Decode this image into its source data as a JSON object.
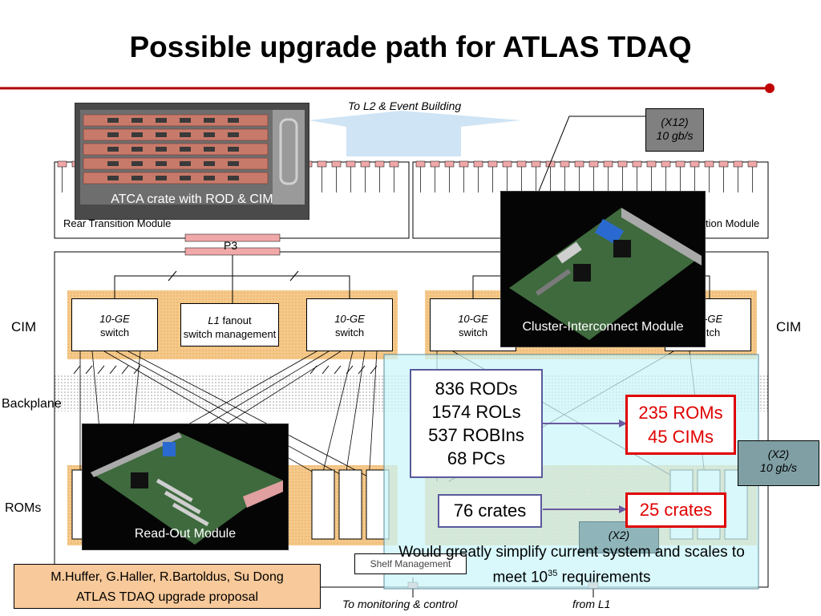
{
  "title": "Possible upgrade path for ATLAS TDAQ",
  "colors": {
    "accent": "#c00000",
    "orange": "#f5c98a",
    "overlay": "#c9f5fa",
    "gray": "#808080",
    "box_border_blue": "#5a5a9c",
    "box_border_red": "#e00000",
    "authors_bg": "#f8c99a"
  },
  "top_label": "To L2 & Event Building",
  "from_l1": "from L1",
  "to_monitoring": "To monitoring & control",
  "rtm_left": "Rear Transition Module",
  "rtm_right": "tion Module",
  "p3": "P3",
  "cim_left": "CIM",
  "cim_right": "CIM",
  "backplane": "Backplane",
  "roms": "ROMs",
  "x12": {
    "line1": "(X12)",
    "line2": "10 gb/s"
  },
  "x2": {
    "line1": "(X2)",
    "line2": "10 gb/s"
  },
  "x2_low": "(X2)",
  "switch_left": {
    "top": "10-GE",
    "bottom": "switch"
  },
  "fanout": {
    "top_italic": "L1",
    "top_rest": " fanout",
    "bottom": "switch management"
  },
  "switch_mid": {
    "top": "10-GE",
    "bottom": "switch"
  },
  "switch_right1": {
    "top": "10-GE",
    "bottom": "switch"
  },
  "switch_right2": {
    "top": "-GE",
    "bottom": "itch"
  },
  "shelf": "Shelf Management",
  "photos": {
    "atca": "ATCA crate with ROD & CIM",
    "cim": "Cluster-Interconnect Module",
    "rom": "Read-Out Module"
  },
  "current": {
    "lines": [
      "836 RODs",
      "1574 ROLs",
      "537 ROBIns",
      "68 PCs"
    ],
    "crates": "76 crates"
  },
  "upgraded": {
    "lines": [
      "235 ROMs",
      "45 CIMs"
    ],
    "crates": "25 crates"
  },
  "summary": {
    "before": "Would greatly simplify current system and scales to meet 10",
    "sup": "35",
    "after": " requirements"
  },
  "authors": {
    "line1": "M.Huffer, G.Haller, R.Bartoldus, Su Dong",
    "line2": "ATLAS TDAQ upgrade proposal"
  }
}
